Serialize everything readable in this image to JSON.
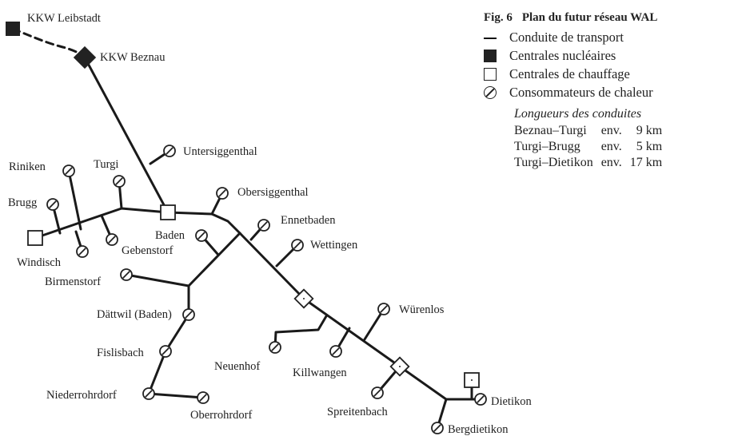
{
  "legend": {
    "fig_number": "Fig. 6",
    "title": "Plan du futur réseau WAL",
    "items": [
      {
        "symbol": "line",
        "label": "Conduite de transport"
      },
      {
        "symbol": "black-square",
        "label": "Centrales nucléaires"
      },
      {
        "symbol": "white-square",
        "label": "Centrales de chauffage"
      },
      {
        "symbol": "hatched-circle",
        "label": "Consommateurs de chaleur"
      }
    ]
  },
  "lengths": {
    "title": "Longueurs des conduites",
    "rows": [
      {
        "route": "Beznau–Turgi",
        "approx": "env.",
        "km": "9 km"
      },
      {
        "route": "Turgi–Brugg",
        "approx": "env.",
        "km": "5 km"
      },
      {
        "route": "Turgi–Dietikon",
        "approx": "env.",
        "km": "17 km"
      }
    ]
  },
  "places": {
    "leibstadt": "KKW Leibstadt",
    "beznau": "KKW Beznau",
    "untersiggenthal": "Untersiggenthal",
    "riniken": "Riniken",
    "turgi": "Turgi",
    "brugg": "Brugg",
    "windisch": "Windisch",
    "gebenstorf": "Gebenstorf",
    "baden": "Baden",
    "obersiggenthal": "Obersiggenthal",
    "ennetbaden": "Ennetbaden",
    "wettingen": "Wettingen",
    "birmenstorf": "Birmenstorf",
    "daettwil": "Dättwil (Baden)",
    "fislisbach": "Fislisbach",
    "niederrohrdorf": "Niederrohrdorf",
    "oberrohrdorf": "Oberrohrdorf",
    "neuenhof": "Neuenhof",
    "killwangen": "Killwangen",
    "wuerenlos": "Würenlos",
    "spreitenbach": "Spreitenbach",
    "dietikon": "Dietikon",
    "bergdietikon": "Bergdietikon"
  },
  "colors": {
    "ink": "#222222",
    "background": "#ffffff"
  }
}
